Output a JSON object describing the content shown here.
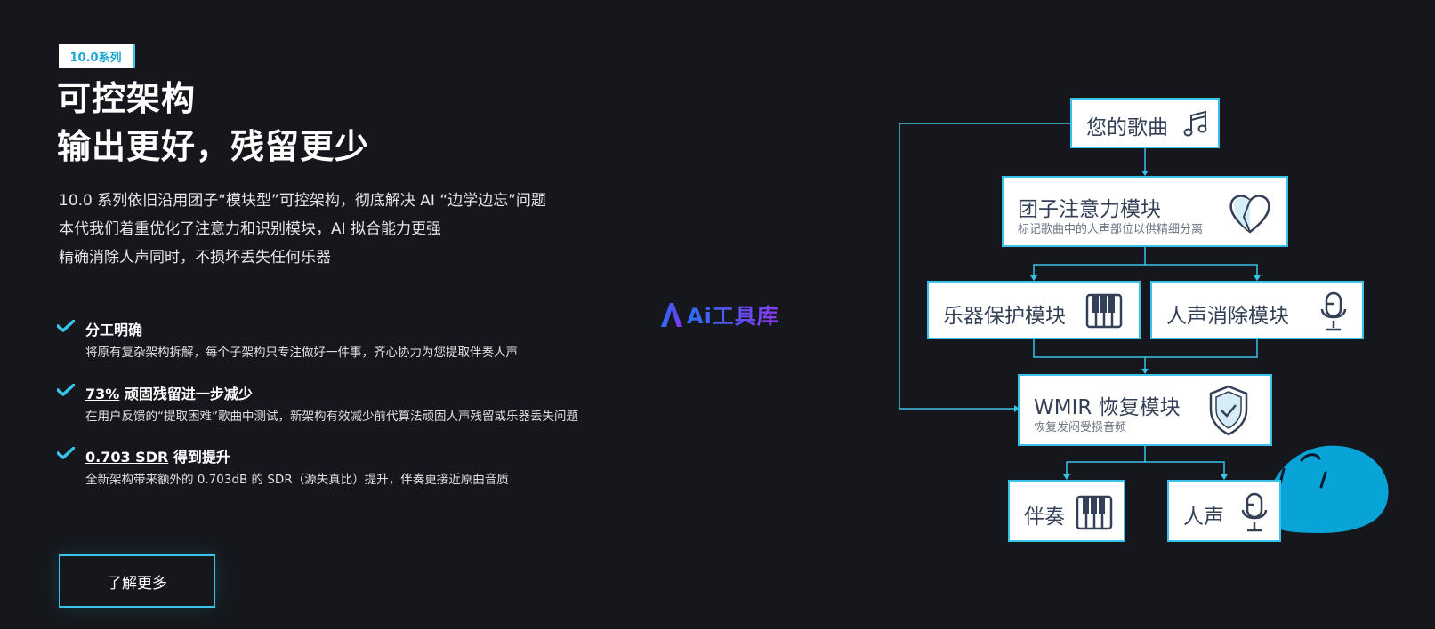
{
  "badge": "10.0系列",
  "title": {
    "line1": "可控架构",
    "line2": "输出更好，残留更少"
  },
  "description": [
    "10.0 系列依旧沿用团子“模块型”可控架构，彻底解决 AI “边学边忘”问题",
    "本代我们着重优化了注意力和识别模块，AI 拟合能力更强",
    "精确消除人声同时，不损坏丢失任何乐器"
  ],
  "features": [
    {
      "title_highlight": "",
      "title_rest": "分工明确",
      "desc": "将原有复杂架构拆解，每个子架构只专注做好一件事，齐心协力为您提取伴奏人声",
      "icon": "check-icon"
    },
    {
      "title_highlight": "73%",
      "title_rest": " 顽固残留进一步减少",
      "desc": "在用户反馈的“提取困难”歌曲中测试，新架构有效减少前代算法顽固人声残留或乐器丢失问题",
      "icon": "check-icon"
    },
    {
      "title_highlight": "0.703 SDR",
      "title_rest": " 得到提升",
      "desc": "全新架构带来额外的 0.703dB 的 SDR（源失真比）提升，伴奏更接近原曲音质",
      "icon": "check-icon"
    }
  ],
  "learn_more": "了解更多",
  "watermark": "Ai工具库",
  "diagram": {
    "your_song": "您的歌曲",
    "attention": {
      "label": "团子注意力模块",
      "sub": "标记歌曲中的人声部位以供精细分离"
    },
    "instrument_protect": "乐器保护模块",
    "vocal_remove": "人声消除模块",
    "wmir": {
      "label": "WMIR 恢复模块",
      "sub": "恢复发闷受损音频"
    },
    "accompaniment": "伴奏",
    "vocals": "人声"
  },
  "colors": {
    "background": "#15171c",
    "accent": "#39c3ea",
    "mascot": "#08a4d8",
    "node_text": "#344057"
  }
}
